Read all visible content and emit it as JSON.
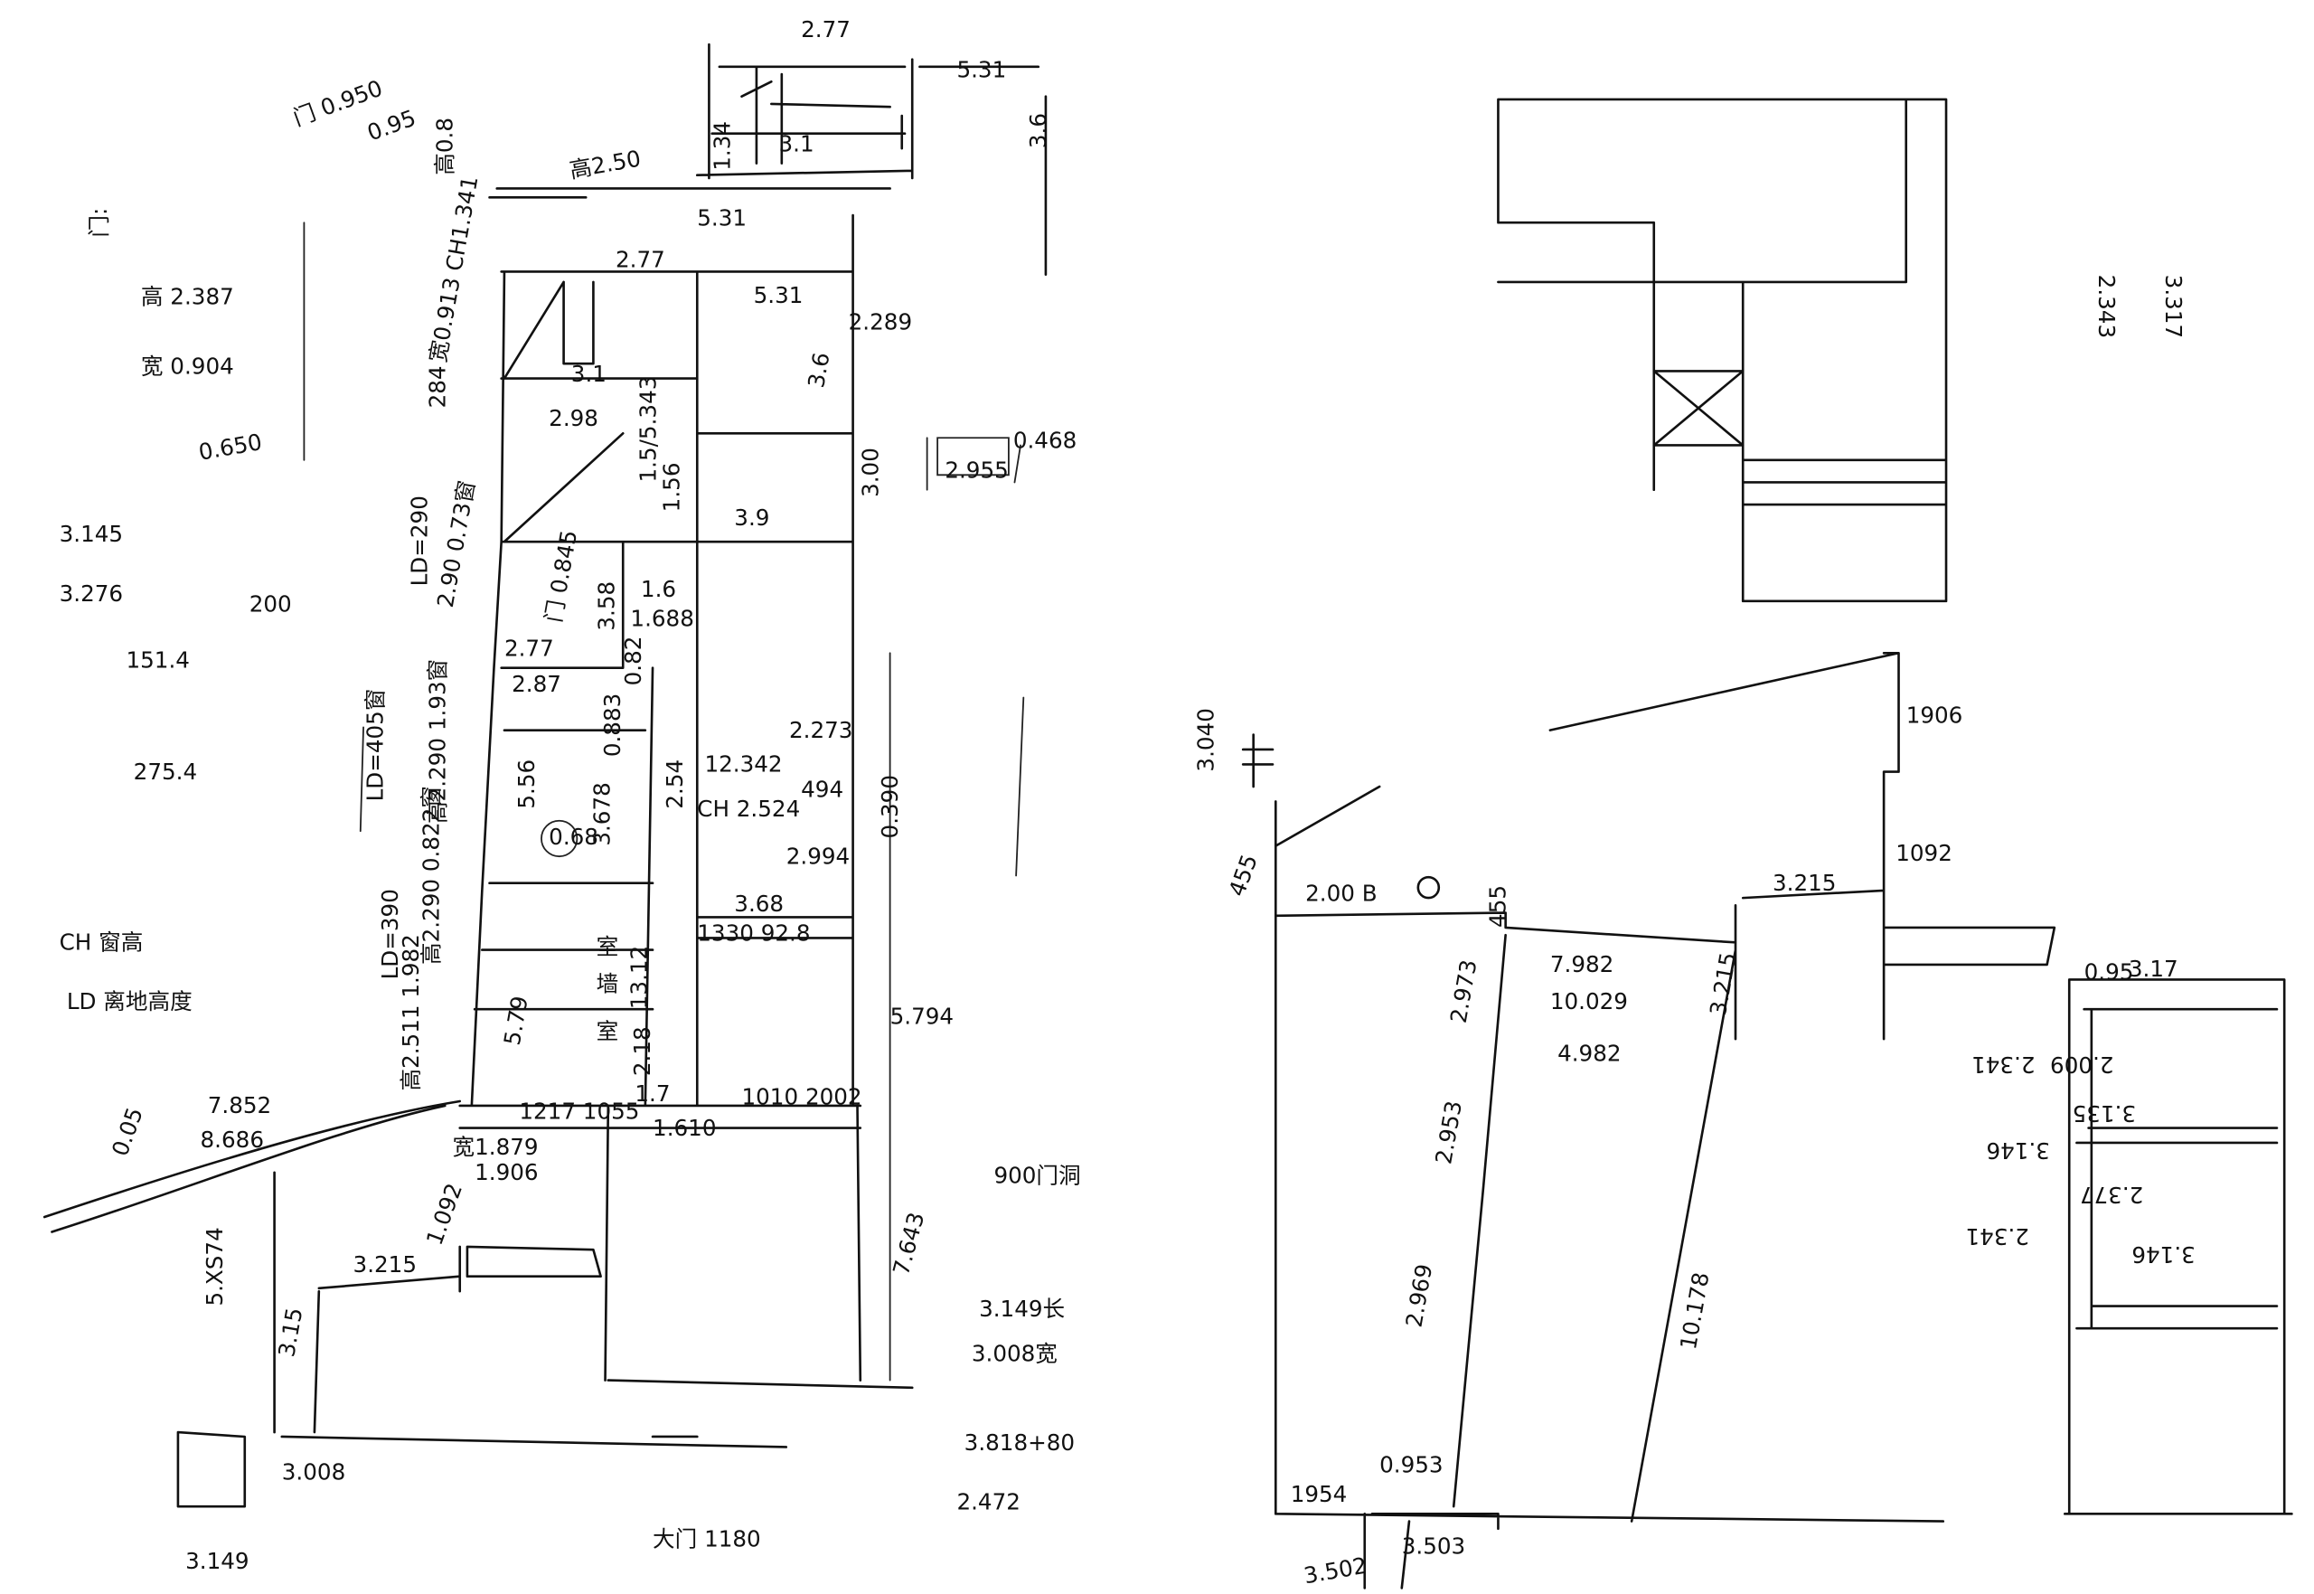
{
  "colors": {
    "ink": "#111111",
    "paper": "#ffffff"
  },
  "labels": [
    "门 0.950",
    "0.95",
    "高0.8",
    "高2.50",
    "门:",
    "高 2.387",
    "宽 0.904",
    "0.650",
    "3.145",
    "3.276",
    "200",
    "151.4",
    "275.4",
    "CH 窗高",
    "LD 离地高度",
    "2.77",
    "5.31",
    "3.1",
    "3.6",
    "1.34",
    "5.31",
    "2.77",
    "5.31",
    "2.289",
    "宽0.913 CH1.341",
    "284",
    "3.1",
    "3.6",
    "2.98",
    "1.5/5.343",
    "1.56",
    "3.9",
    "3.00",
    "2.955",
    "0.468",
    "LD=290",
    "2.90 0.73窗",
    "门 0.845",
    "1.6",
    "1.688",
    "3.58",
    "2.77",
    "2.87",
    "0.82",
    "0.883",
    "12.342",
    "2.273",
    "494",
    "CH 2.524",
    "2.54",
    "2.994",
    "0.390",
    "5.56",
    "0.68",
    "3.678",
    "LD=405窗",
    "高2.290 1.93窗",
    "LD=390",
    "高2.290 0.822窗",
    "3.68",
    "1330 92.8",
    "5.794",
    "5.79",
    "室",
    "墙",
    "室",
    "13.12",
    "2.18",
    "高2.511 1.982",
    "1.7",
    "1010 2002",
    "1.610",
    "1217 1055",
    "7.852",
    "8.686",
    "0.05",
    "宽1.879",
    "1.906",
    "900门洞",
    "7.643",
    "1.092",
    "3.215",
    "5.XS74",
    "3.15",
    "3.149长",
    "3.008宽",
    "3.818+80",
    "2.472",
    "3.008",
    "3.149",
    "大门 1180",
    "2.343",
    "3.317",
    "1906",
    "3.040",
    "1092",
    "455",
    "2.00 B",
    "3.215",
    "7.982",
    "10.029",
    "4.982",
    "2.973",
    "3.215",
    "2.953",
    "2.969",
    "10.178",
    "0.953",
    "1954",
    "3.503",
    "3.502",
    "0.95",
    "3.17",
    "2.009",
    "3.135",
    "2.341",
    "3.146",
    "2.377",
    "2.341",
    "3.146",
    "455"
  ]
}
